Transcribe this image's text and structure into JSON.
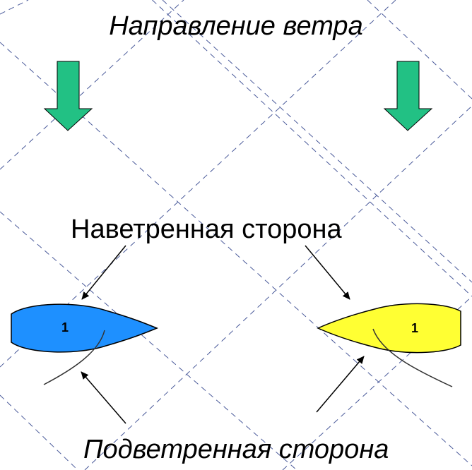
{
  "diagram": {
    "title": "Направление ветра",
    "windward_label": "Наветренная сторона",
    "leeward_label": "Подветренная сторона",
    "boats": [
      {
        "number": "1",
        "color": "#1e90ff",
        "heading": "right"
      },
      {
        "number": "1",
        "color": "#ffff33",
        "heading": "left"
      }
    ],
    "arrows": {
      "wind_arrow_color": "#22c184",
      "wind_arrow_direction": "down"
    }
  }
}
